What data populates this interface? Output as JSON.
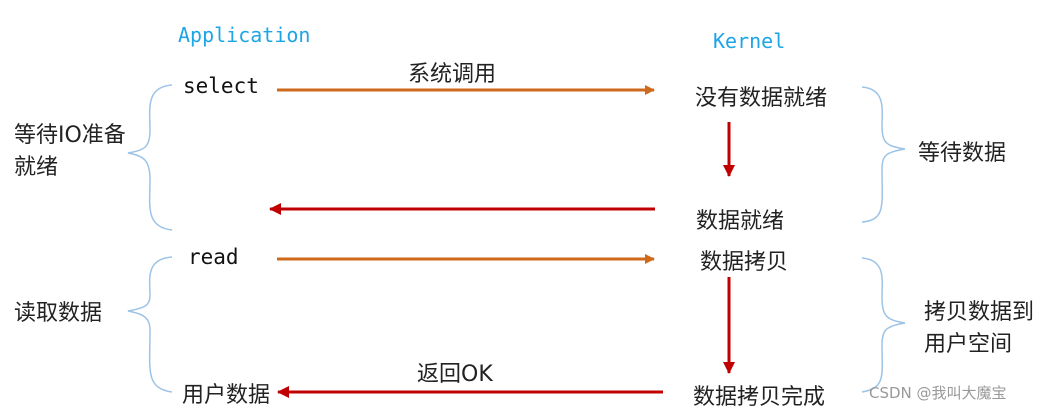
{
  "headers": {
    "application": "Application",
    "kernel": "Kernel"
  },
  "app": {
    "select": "select",
    "read": "read",
    "user_data": "用户数据"
  },
  "kernel": {
    "no_data_ready": "没有数据就绪",
    "data_ready": "数据就绪",
    "data_copy": "数据拷贝",
    "data_copy_done": "数据拷贝完成"
  },
  "arrows": {
    "syscall": "系统调用",
    "return_ok": "返回OK"
  },
  "braces": {
    "wait_io_ready_line1": "等待IO准备",
    "wait_io_ready_line2": "就绪",
    "read_data": "读取数据",
    "wait_data": "等待数据",
    "copy_to_user_line1": "拷贝数据到",
    "copy_to_user_line2": "用户空间"
  },
  "watermark": "CSDN @我叫大魔宝",
  "colors": {
    "orange": "#cf6a1c",
    "red": "#c00000",
    "brace": "#9dc3e6",
    "header": "#1ea5e6"
  }
}
